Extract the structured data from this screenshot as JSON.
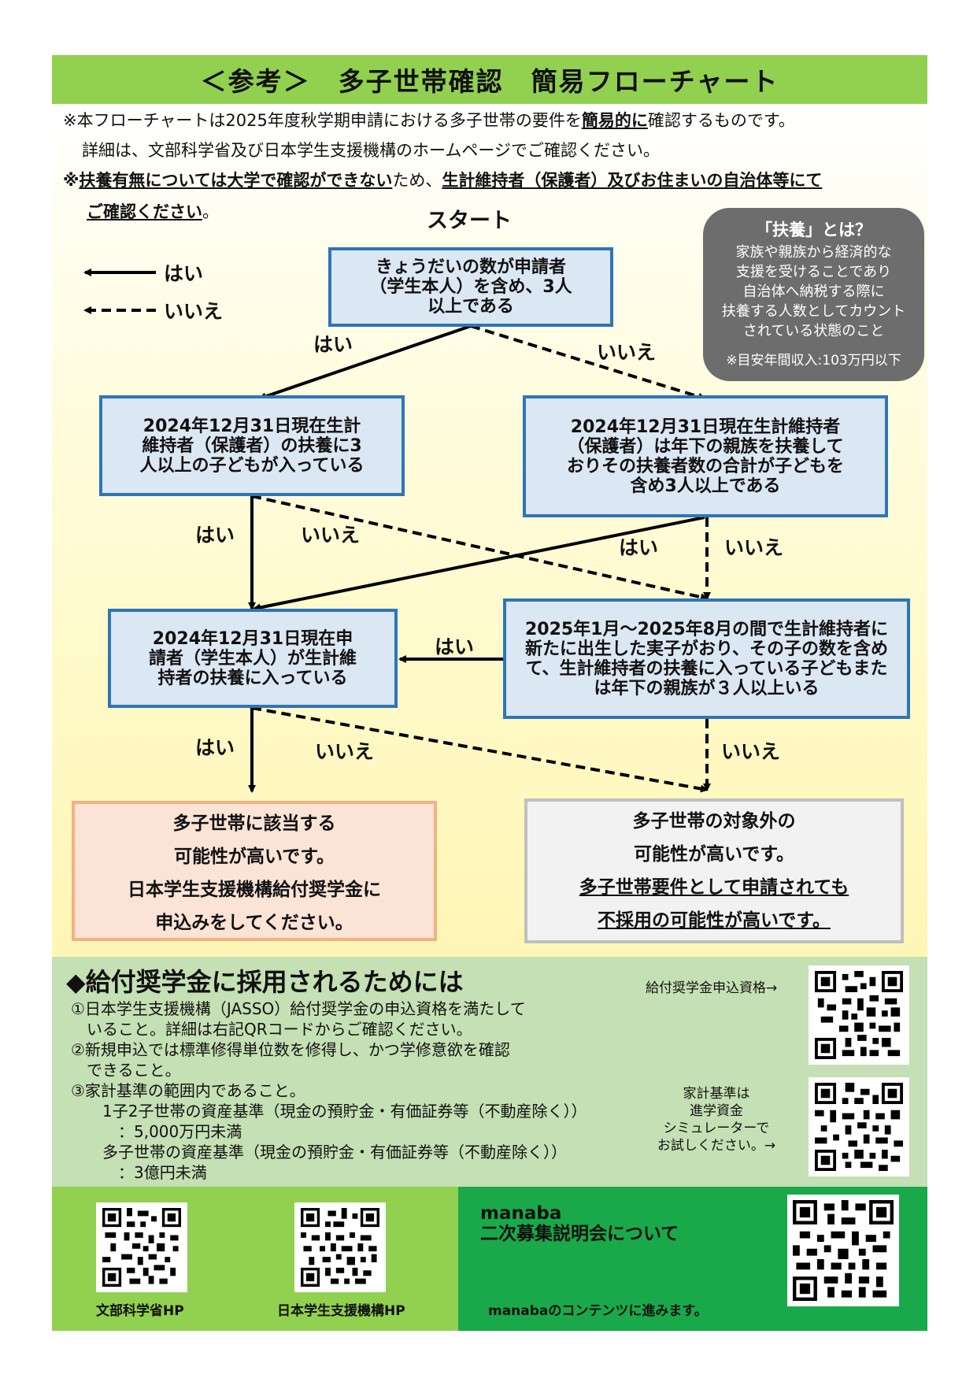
{
  "header": {
    "title": "＜参考＞　多子世帯確認　簡易フローチャート"
  },
  "notes": {
    "line1_a": "※本フローチャートは2025年度秋学期申請における多子世帯の要件を",
    "line1_b": "簡易的に",
    "line1_c": "確認するものです。",
    "line2": "詳細は、文部科学省及び日本学生支援機構のホームページでご確認ください。",
    "line3_mark": "※",
    "line3_a": "扶養有無については大学で確認ができない",
    "line3_b": "ため、",
    "line3_c": "生計維持者（保護者）及びお住まいの自治体等にて",
    "line4": "ご確認ください",
    "line4_end": "。"
  },
  "flow": {
    "start": "スタート",
    "legend_yes": "はい",
    "legend_no": "いいえ",
    "q1": "きょうだいの数が申請者（学生本人）を含め、3人以上である",
    "q2": "2024年12月31日現在生計維持者（保護者）の扶養に3人以上の子どもが入っている",
    "q3": "2024年12月31日現在生計維持者（保護者）は年下の親族を扶養しておりその扶養者数の合計が子どもを含め3人以上である",
    "q4": "2024年12月31日現在申請者（学生本人）が生計維持者の扶養に入っている",
    "q5": "2025年1月～2025年8月の間で生計維持者に新たに出生した実子がおり、その子の数を含めて、生計維持者の扶養に入っている子どもまたは年下の親族が３人以上いる",
    "yes": "はい",
    "no": "いいえ"
  },
  "results": {
    "yes_lines": [
      "多子世帯に該当する",
      "可能性が高いです。",
      "日本学生支援機構給付奨学金に",
      "申込みをしてください。"
    ],
    "no_lines": [
      "多子世帯の対象外の",
      "可能性が高いです。",
      "多子世帯要件として申請されても",
      "不採用の可能性が高いです。"
    ]
  },
  "fuyo": {
    "title": "「扶養」とは？",
    "desc": [
      "家族や親族から経済的な",
      "支援を受けることであり",
      "自治体へ納税する際に",
      "扶養する人数としてカウント",
      "されている状態のこと"
    ],
    "note": "※目安年間収入:103万円以下"
  },
  "requirements": {
    "title": "◆給付奨学金に採用されるためには",
    "items": [
      "①日本学生支援機構（JASSO）給付奨学金の申込資格を満たして",
      "　いること。詳細は右記QRコードからご確認ください。",
      "②新規申込では標準修得単位数を修得し、かつ学修意欲を確認",
      "　できること。",
      "③家計基準の範囲内であること。",
      "　　1子2子世帯の資産基準（現金の預貯金・有価証券等（不動産除く））",
      "　　　：5,000万円未満",
      "　　多子世帯の資産基準（現金の預貯金・有価証券等（不動産除く））",
      "　　　：3億円未満"
    ],
    "qr1_caption": "給付奨学金申込資格→",
    "qr2_caption": [
      "家計基準は",
      "進学資金",
      "シミュレーターで",
      "お試しください。→"
    ]
  },
  "footer": {
    "mext": "文部科学省HP",
    "jasso": "日本学生支援機構HP",
    "manaba_title": "manaba",
    "manaba_sub": "二次募集説明会について",
    "manaba_note": "manabaのコンテンツに進みます。"
  },
  "colors": {
    "header_green": "#92d050",
    "box_border": "#2e75b6",
    "box_fill": "#dbe7f3",
    "req_green": "#c5e0b4",
    "footer_dark_green": "#19a94a",
    "callout_gray": "#6d6d6d"
  }
}
